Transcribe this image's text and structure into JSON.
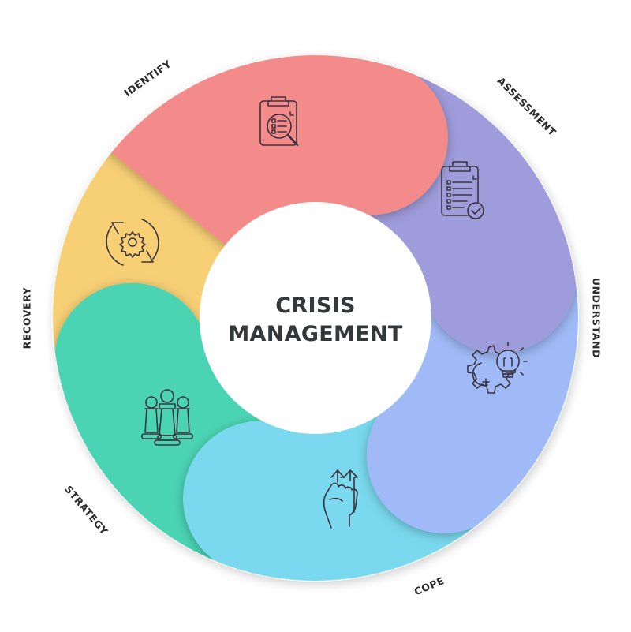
{
  "title": {
    "line1": "CRISIS",
    "line2": "MANAGEMENT"
  },
  "stages": [
    {
      "id": "identify",
      "label": "IDENTIFY",
      "color": "#f28b89",
      "icon": "clipboard-search-icon"
    },
    {
      "id": "assessment",
      "label": "ASSESSMENT",
      "color": "#9f9cdb",
      "icon": "clipboard-check-icon"
    },
    {
      "id": "understand",
      "label": "UNDERSTAND",
      "color": "#9fbaf7",
      "icon": "gear-lightbulb-icon"
    },
    {
      "id": "cope",
      "label": "COPE",
      "color": "#7ad9ee",
      "icon": "fist-arrows-up-icon"
    },
    {
      "id": "strategy",
      "label": "STRATEGY",
      "color": "#4cd4b4",
      "icon": "chess-pawns-icon"
    },
    {
      "id": "recovery",
      "label": "RECOVERY",
      "color": "#f7cf74",
      "icon": "cycle-gear-icon"
    }
  ],
  "colors": {
    "text": "#2b2b2b",
    "center_fill": "#ffffff",
    "icon_stroke": "#3a3340"
  }
}
